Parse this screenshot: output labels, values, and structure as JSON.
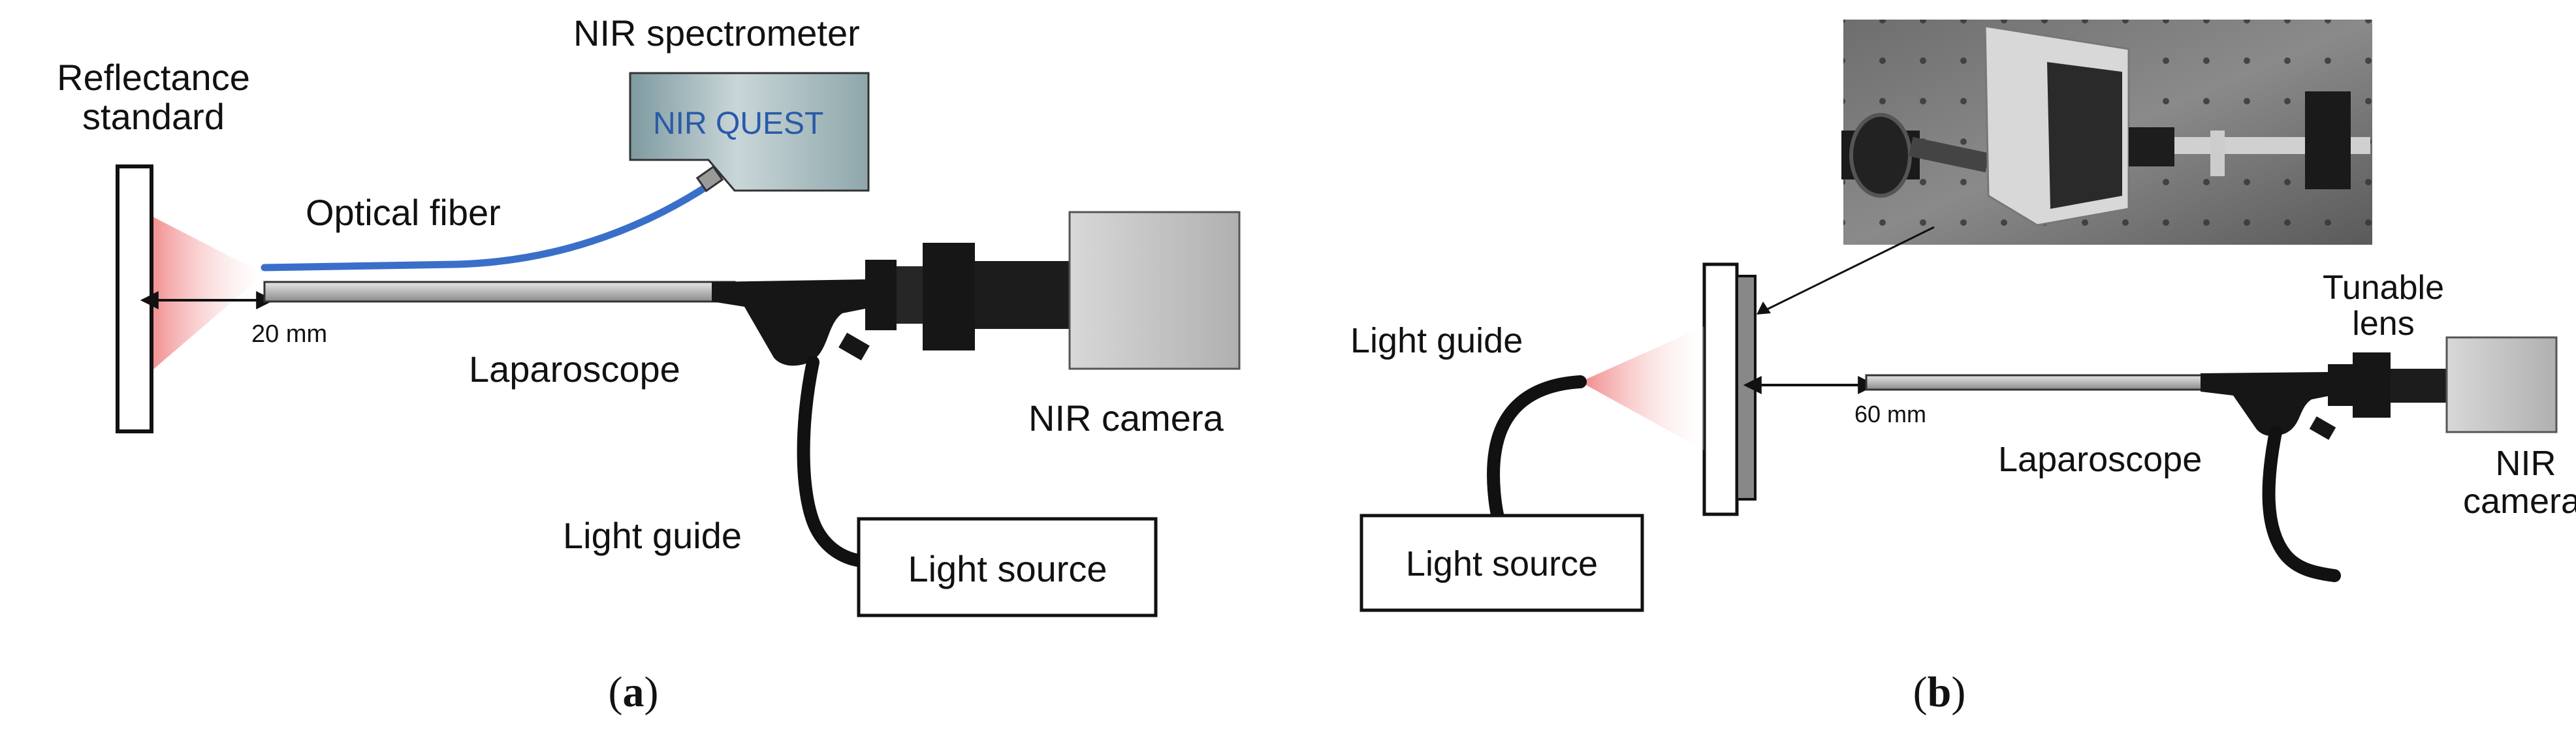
{
  "panel_a": {
    "caption": {
      "open": "(",
      "letter": "a",
      "close": ")"
    },
    "labels": {
      "reflectance_standard_line1": "Reflectance",
      "reflectance_standard_line2": "standard",
      "nir_spectrometer": "NIR spectrometer",
      "spectrometer_brand": "NIR QUEST",
      "optical_fiber": "Optical fiber",
      "distance": "20 mm",
      "laparoscope": "Laparoscope",
      "nir_camera": "NIR camera",
      "light_guide": "Light guide",
      "light_source": "Light source"
    }
  },
  "panel_b": {
    "caption": {
      "open": "(",
      "letter": "b",
      "close": ")"
    },
    "labels": {
      "tunable_lens_line1": "Tunable",
      "tunable_lens_line2": "lens",
      "light_guide": "Light guide",
      "distance": "60 mm",
      "laparoscope": "Laparoscope",
      "nir_camera_line1": "NIR",
      "nir_camera_line2": "camera",
      "light_source": "Light source"
    }
  },
  "colors": {
    "fiber": "#3a6fc9",
    "spectrometer_text": "#2a5aa8",
    "light_cone": "#ef8a8a"
  }
}
